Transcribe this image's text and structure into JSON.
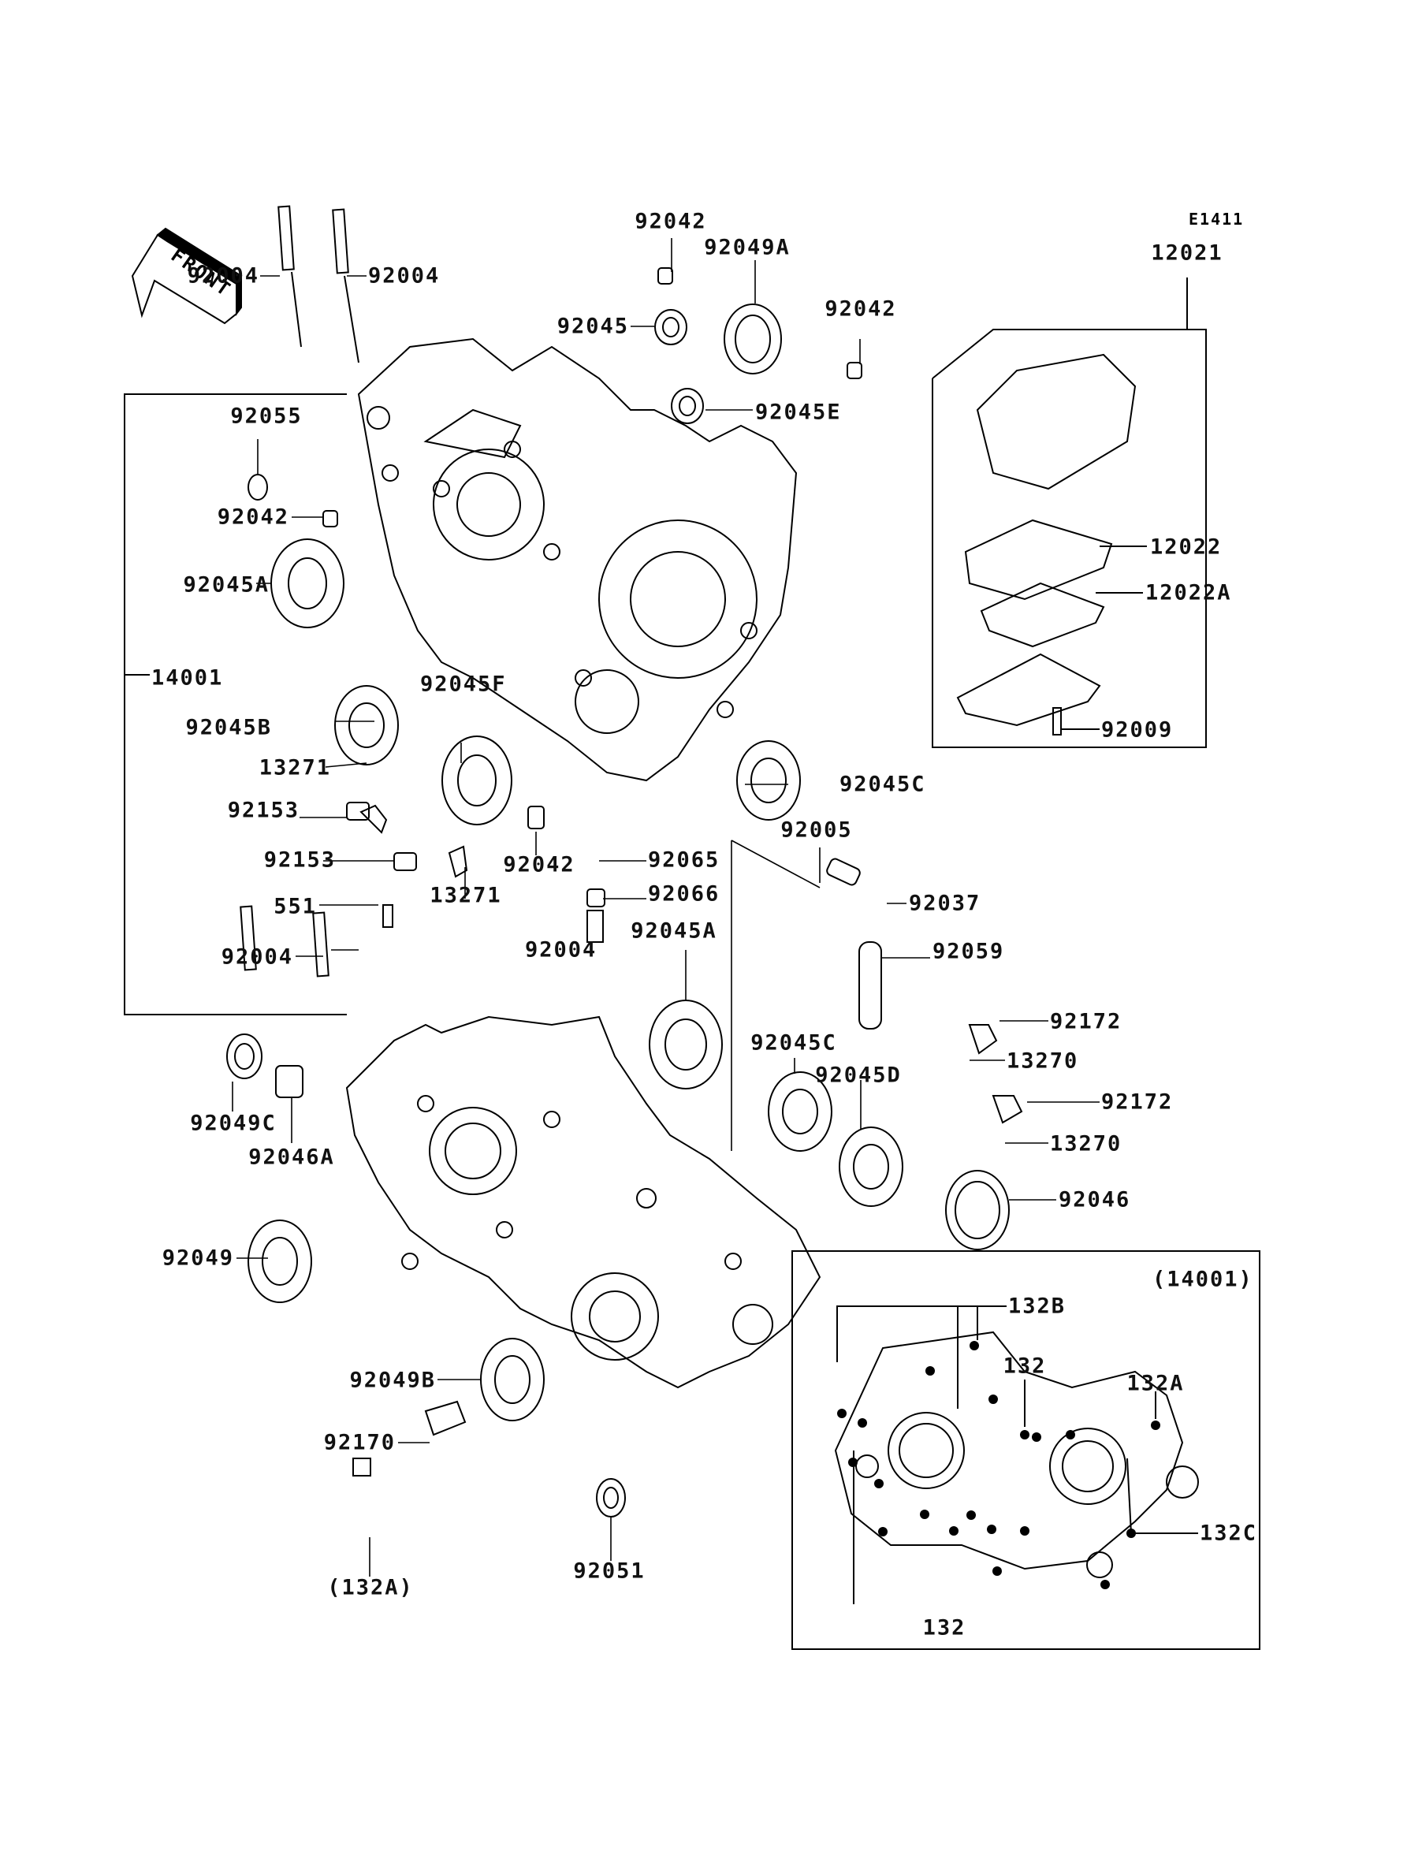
{
  "diagram": {
    "code": "E1411",
    "front_indicator": "FRONT",
    "labels": {
      "l92004a": "92004",
      "l92004b": "92004",
      "l92042top": "92042",
      "l92049A": "92049A",
      "l92045": "92045",
      "l92042r": "92042",
      "l92045E": "92045E",
      "l92055": "92055",
      "l92042l": "92042",
      "l92045A": "92045A",
      "l14001": "14001",
      "l92045F": "92045F",
      "l92045B": "92045B",
      "l13271a": "13271",
      "l92045C": "92045C",
      "l92153a": "92153",
      "l92153b": "92153",
      "l13271b": "13271",
      "l92042b": "92042",
      "l92065": "92065",
      "l92066": "92066",
      "l92005": "92005",
      "l92037": "92037",
      "l551": "551",
      "l92004c": "92004",
      "l92004d": "92004",
      "l92045A2": "92045A",
      "l92059": "92059",
      "l92172a": "92172",
      "l13270a": "13270",
      "l92045C2": "92045C",
      "l92045D": "92045D",
      "l92172b": "92172",
      "l13270b": "13270",
      "l92049C": "92049C",
      "l92046A": "92046A",
      "l92046": "92046",
      "l92049": "92049",
      "l92049B": "92049B",
      "l92170": "92170",
      "l92051": "92051",
      "l132Aref": "(132A)",
      "l12021": "12021",
      "l12022": "12022",
      "l12022A": "12022A",
      "l92009": "92009"
    },
    "inset": {
      "title": "(14001)",
      "l132B": "132B",
      "l132top": "132",
      "l132A": "132A",
      "l132C": "132C",
      "l132bottom": "132"
    }
  }
}
